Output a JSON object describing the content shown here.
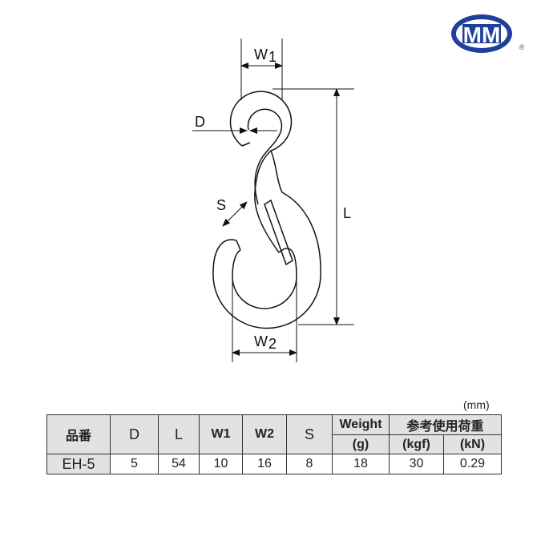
{
  "logo": {
    "text": "MM",
    "registered": "®",
    "color": "#1f3f9a"
  },
  "diagram": {
    "labels": {
      "w1": "W1",
      "w1_sub": "1",
      "w1_main": "W",
      "d": "D",
      "s": "S",
      "l": "L",
      "w2_main": "W",
      "w2_sub": "2"
    }
  },
  "table": {
    "unit": "(mm)",
    "headers": {
      "part_no": "品番",
      "d": "D",
      "l": "L",
      "w1": "W1",
      "w2": "W2",
      "s": "S",
      "weight": "Weight",
      "weight_unit": "(g)",
      "load": "参考使用荷重",
      "kgf": "(kgf)",
      "kn": "(kN)"
    },
    "rows": [
      {
        "part_no": "EH-5",
        "d": "5",
        "l": "54",
        "w1": "10",
        "w2": "16",
        "s": "8",
        "weight": "18",
        "kgf": "30",
        "kn": "0.29"
      }
    ]
  }
}
